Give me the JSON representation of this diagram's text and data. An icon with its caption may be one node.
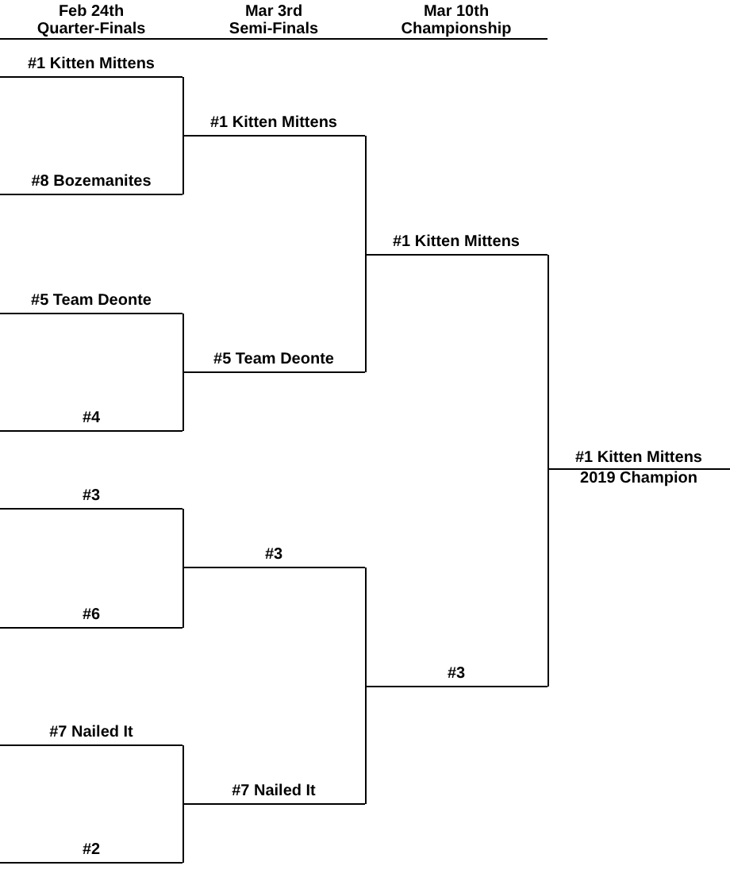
{
  "diagram": {
    "nodes": [
      {
        "text": [
          "#1 Kitten Mittens"
        ]
      },
      {
        "text": [
          "#8 Bozemanites"
        ]
      },
      {
        "text": [
          "#5 Team Deonte"
        ]
      },
      {
        "text": [
          "#4"
        ]
      },
      {
        "text": [
          "#3"
        ]
      },
      {
        "text": [
          "#6"
        ]
      },
      {
        "text": [
          "#7 Nailed It"
        ]
      },
      {
        "text": [
          "#2"
        ]
      },
      {
        "text": [
          "#1 Kitten Mittens"
        ]
      },
      {
        "text": [
          "#5 Team Deonte"
        ]
      },
      {
        "text": [
          "#3"
        ]
      },
      {
        "text": [
          "#7 Nailed It"
        ]
      },
      {
        "text": [
          "#1 Kitten Mittens"
        ]
      },
      {
        "text": [
          "#3"
        ]
      },
      {
        "text": [
          "#1 Kitten Mittens",
          "2019 Champion"
        ]
      }
    ],
    "edges": [
      {
        "from": 0,
        "to": 8,
        "arrow": "none"
      },
      {
        "from": 1,
        "to": 8,
        "arrow": "none"
      },
      {
        "from": 2,
        "to": 9,
        "arrow": "none"
      },
      {
        "from": 3,
        "to": 9,
        "arrow": "none"
      },
      {
        "from": 4,
        "to": 10,
        "arrow": "none"
      },
      {
        "from": 5,
        "to": 10,
        "arrow": "none"
      },
      {
        "from": 6,
        "to": 11,
        "arrow": "none"
      },
      {
        "from": 7,
        "to": 11,
        "arrow": "none"
      },
      {
        "from": 8,
        "to": 12,
        "arrow": "none"
      },
      {
        "from": 9,
        "to": 12,
        "arrow": "none"
      },
      {
        "from": 10,
        "to": 13,
        "arrow": "none"
      },
      {
        "from": 11,
        "to": 13,
        "arrow": "none"
      },
      {
        "from": 12,
        "to": 14,
        "arrow": "none"
      },
      {
        "from": 13,
        "to": 14,
        "arrow": "none"
      }
    ],
    "labels": [
      "Feb 24th",
      "Quarter-Finals",
      "Mar 3rd",
      "Semi-Finals",
      "Mar 10th",
      "Championship"
    ]
  }
}
